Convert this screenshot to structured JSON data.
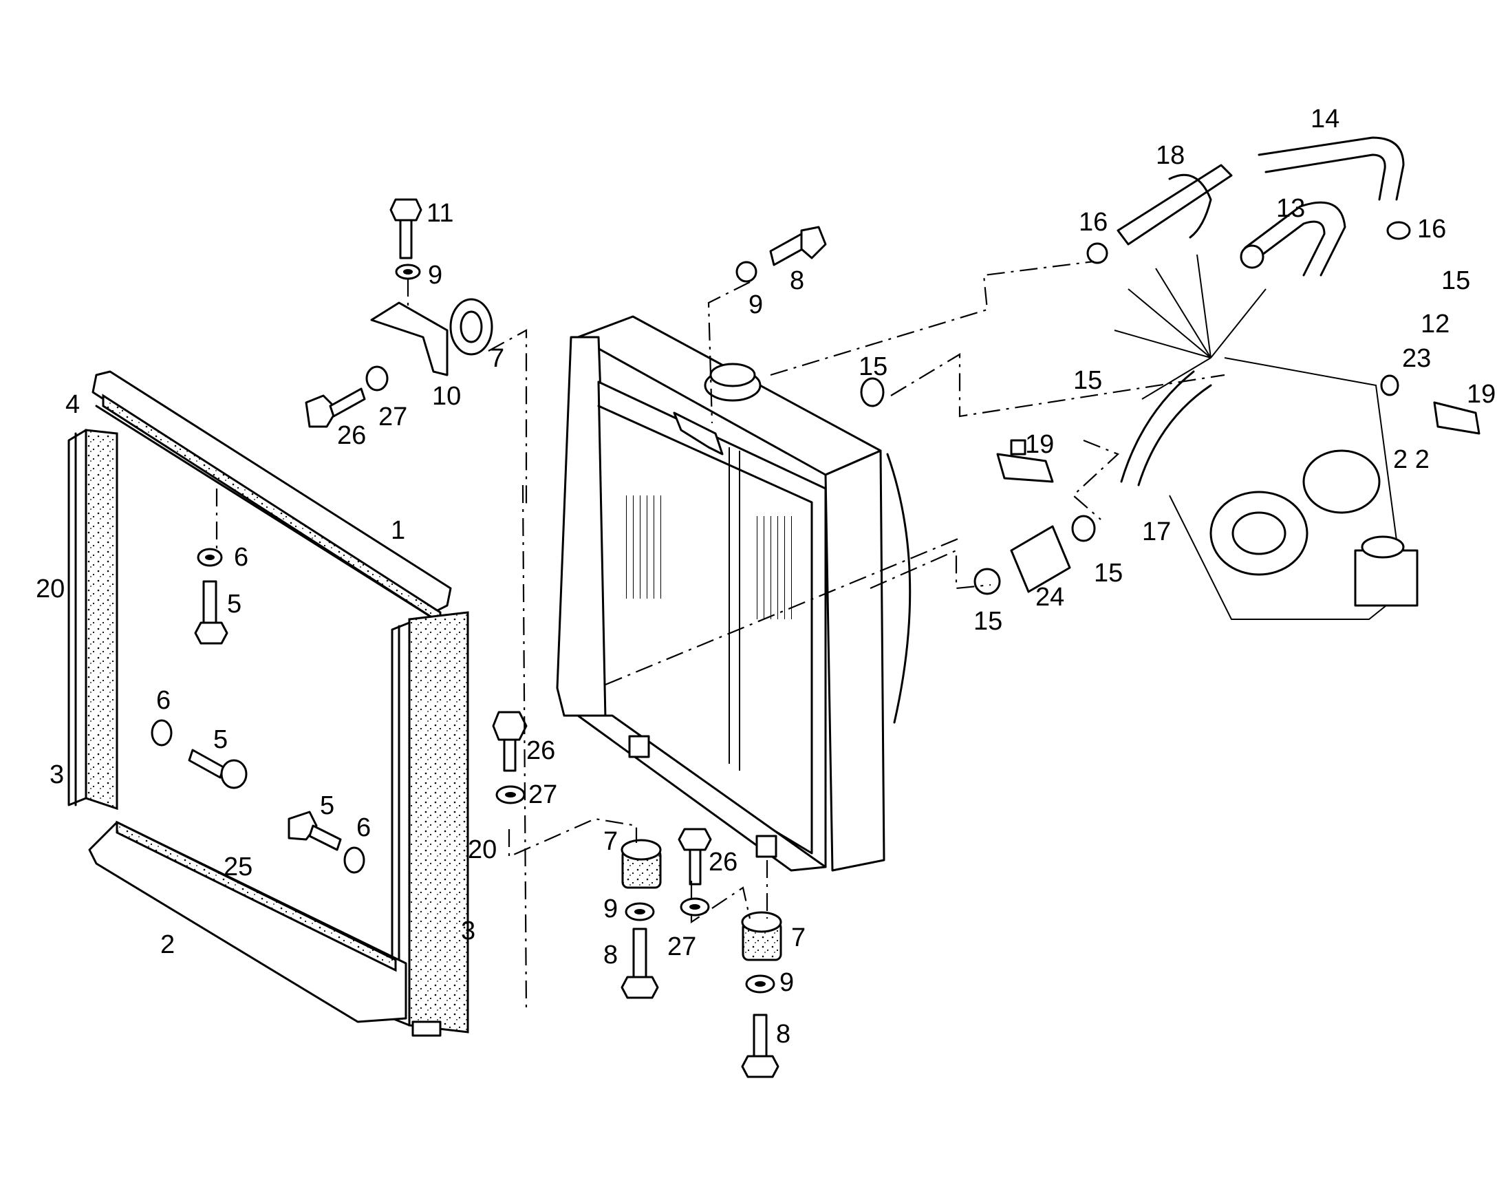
{
  "callouts": [
    {
      "id": "1",
      "text": "1"
    },
    {
      "id": "2",
      "text": "2"
    },
    {
      "id": "3a",
      "text": "3"
    },
    {
      "id": "3b",
      "text": "3"
    },
    {
      "id": "4",
      "text": "4"
    },
    {
      "id": "5a",
      "text": "5"
    },
    {
      "id": "5b",
      "text": "5"
    },
    {
      "id": "5c",
      "text": "5"
    },
    {
      "id": "6a",
      "text": "6"
    },
    {
      "id": "6b",
      "text": "6"
    },
    {
      "id": "6c",
      "text": "6"
    },
    {
      "id": "7a",
      "text": "7"
    },
    {
      "id": "7b",
      "text": "7"
    },
    {
      "id": "7c",
      "text": "7"
    },
    {
      "id": "8a",
      "text": "8"
    },
    {
      "id": "8b",
      "text": "8"
    },
    {
      "id": "8c",
      "text": "8"
    },
    {
      "id": "9a",
      "text": "9"
    },
    {
      "id": "9b",
      "text": "9"
    },
    {
      "id": "9c",
      "text": "9"
    },
    {
      "id": "9d",
      "text": "9"
    },
    {
      "id": "10",
      "text": "10"
    },
    {
      "id": "11",
      "text": "11"
    },
    {
      "id": "12",
      "text": "12"
    },
    {
      "id": "13",
      "text": "13"
    },
    {
      "id": "14",
      "text": "14"
    },
    {
      "id": "15a",
      "text": "15"
    },
    {
      "id": "15b",
      "text": "15"
    },
    {
      "id": "15c",
      "text": "15"
    },
    {
      "id": "15d",
      "text": "15"
    },
    {
      "id": "15e",
      "text": "15"
    },
    {
      "id": "16a",
      "text": "16"
    },
    {
      "id": "16b",
      "text": "16"
    },
    {
      "id": "17",
      "text": "17"
    },
    {
      "id": "18",
      "text": "18"
    },
    {
      "id": "19a",
      "text": "19"
    },
    {
      "id": "19b",
      "text": "19"
    },
    {
      "id": "20a",
      "text": "20"
    },
    {
      "id": "20b",
      "text": "20"
    },
    {
      "id": "22",
      "text": "2 2"
    },
    {
      "id": "23",
      "text": "23"
    },
    {
      "id": "24",
      "text": "24"
    },
    {
      "id": "25",
      "text": "25"
    },
    {
      "id": "26a",
      "text": "26"
    },
    {
      "id": "26b",
      "text": "26"
    },
    {
      "id": "26c",
      "text": "26"
    },
    {
      "id": "27a",
      "text": "27"
    },
    {
      "id": "27b",
      "text": "27"
    },
    {
      "id": "27c",
      "text": "27"
    }
  ]
}
